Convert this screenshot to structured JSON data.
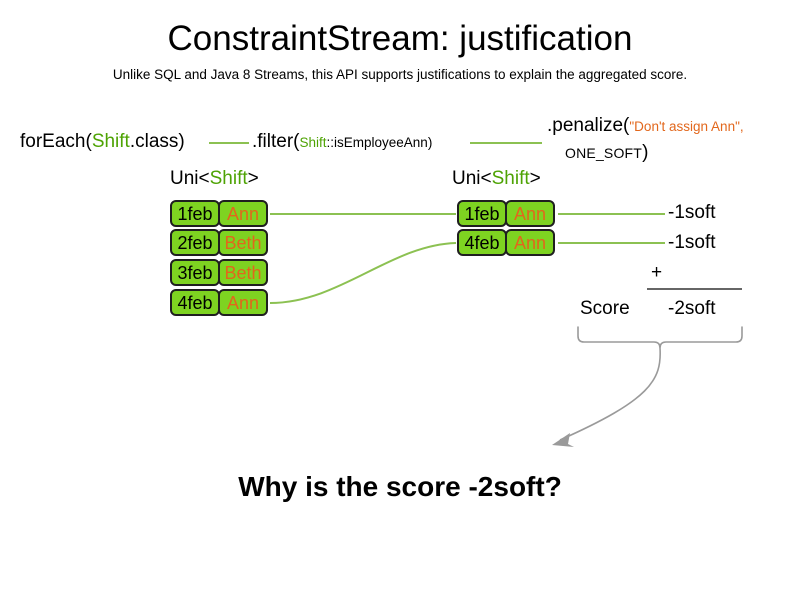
{
  "slide": {
    "title": "ConstraintStream: justification",
    "subtitle": "Unlike SQL and Java 8 Streams, this API supports justifications to explain the aggregated score.",
    "question": "Why is the score -2soft?"
  },
  "colors": {
    "accent_green": "#4ea304",
    "box_green": "#7ed321",
    "box_border": "#1f1f1f",
    "string_orange": "#e2671c",
    "connector_green": "#8cc152",
    "rule_gray": "#666666",
    "arrow_gray": "#9a9a9a",
    "text_black": "#000000"
  },
  "code": {
    "foreach": {
      "method": "forEach(",
      "type": "Shift",
      "rest": ".class)"
    },
    "filter": {
      "method": ".filter(",
      "type": "Shift",
      "rest": "::isEmployeeAnn)"
    },
    "penalize": {
      "method": ".penalize(",
      "string": "\"Don't assign Ann\",",
      "constant": "ONE_SOFT",
      "close": ")"
    }
  },
  "streams": {
    "left": {
      "label_prefix": "Uni<",
      "label_type": "Shift",
      "label_suffix": ">",
      "rows": [
        {
          "date": "1feb",
          "name": "Ann"
        },
        {
          "date": "2feb",
          "name": "Beth"
        },
        {
          "date": "3feb",
          "name": "Beth"
        },
        {
          "date": "4feb",
          "name": "Ann"
        }
      ]
    },
    "right": {
      "label_prefix": "Uni<",
      "label_type": "Shift",
      "label_suffix": ">",
      "rows": [
        {
          "date": "1feb",
          "name": "Ann"
        },
        {
          "date": "4feb",
          "name": "Ann"
        }
      ]
    }
  },
  "score": {
    "items": [
      "-1soft",
      "-1soft"
    ],
    "operator": "+",
    "label": "Score",
    "total": "-2soft"
  }
}
